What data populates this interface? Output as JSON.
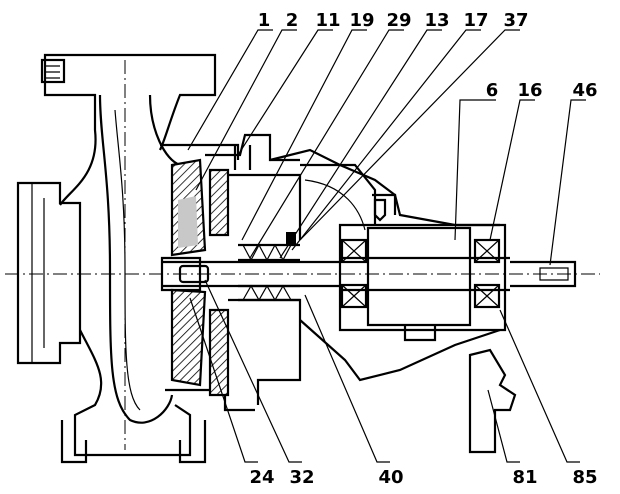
{
  "labels": {
    "top": [
      "1",
      "2",
      "11",
      "19",
      "29",
      "13",
      "17",
      "37",
      "6",
      "16",
      "46"
    ],
    "bottom": [
      "24",
      "32",
      "40",
      "81",
      "85"
    ]
  }
}
